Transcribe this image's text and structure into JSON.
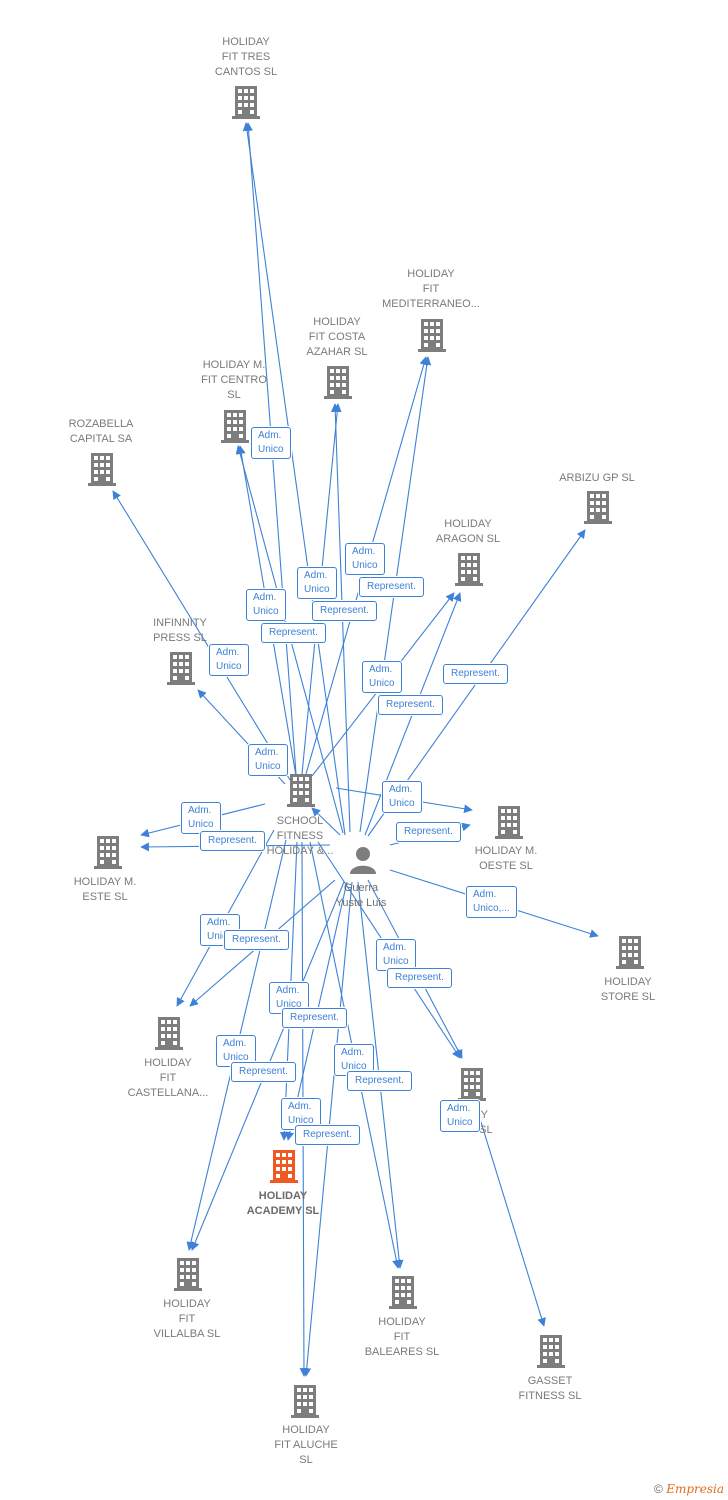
{
  "colors": {
    "edge": "#3d82d6",
    "company_icon": "#7d7d7d",
    "focus_icon": "#f05a22",
    "person_icon": "#7d7d7d"
  },
  "nodes": {
    "tres_cantos": {
      "label": "HOLIDAY\nFIT TRES\nCANTOS  SL",
      "icon": "building-icon"
    },
    "mediterraneo": {
      "label": "HOLIDAY\nFIT\nMEDITERRANEO...",
      "icon": "building-icon"
    },
    "costa_azahar": {
      "label": "HOLIDAY\nFIT COSTA\nAZAHAR  SL",
      "icon": "building-icon"
    },
    "fit_centro": {
      "label": "HOLIDAY M.\nFIT CENTRO\nSL",
      "icon": "building-icon"
    },
    "rozabella": {
      "label": "ROZABELLA\nCAPITAL SA",
      "icon": "building-icon"
    },
    "arbizu": {
      "label": "ARBIZU GP SL",
      "icon": "building-icon"
    },
    "aragon": {
      "label": "HOLIDAY\nARAGON  SL",
      "icon": "building-icon"
    },
    "infinnity": {
      "label": "INFINNITY\nPRESS SL",
      "icon": "building-icon"
    },
    "school": {
      "label": "SCHOOL\nFITNESS\nHOLIDAY &...",
      "icon": "building-icon"
    },
    "m_oeste": {
      "label": "HOLIDAY M.\nOESTE  SL",
      "icon": "building-icon"
    },
    "m_este": {
      "label": "HOLIDAY M.\nESTE  SL",
      "icon": "building-icon"
    },
    "person": {
      "label": "Guerra\nYuste Luis",
      "icon": "person-icon"
    },
    "store": {
      "label": "HOLIDAY\nSTORE  SL",
      "icon": "building-icon"
    },
    "castellana": {
      "label": "HOLIDAY\nFIT\nCASTELLANA...",
      "icon": "building-icon"
    },
    "hidden_fit": {
      "label": "AY\nF          SL",
      "icon": "building-icon"
    },
    "academy": {
      "label": "HOLIDAY\nACADEMY  SL",
      "icon": "building-icon"
    },
    "villalba": {
      "label": "HOLIDAY\nFIT\nVILLALBA  SL",
      "icon": "building-icon"
    },
    "baleares": {
      "label": "HOLIDAY\nFIT\nBALEARES  SL",
      "icon": "building-icon"
    },
    "gasset": {
      "label": "GASSET\nFITNESS SL",
      "icon": "building-icon"
    },
    "aluche": {
      "label": "HOLIDAY\nFIT ALUCHE\nSL",
      "icon": "building-icon"
    }
  },
  "edge_labels": {
    "a1": "Adm.\nUnico",
    "a2": "Adm.\nUnico",
    "a3": "Adm.\nUnico",
    "a4": "Adm.\nUnico",
    "a5": "Adm.\nUnico",
    "a6": "Adm.\nUnico",
    "a7": "Adm.\nUnico",
    "a8": "Adm.\nUnico",
    "a9": "Adm.\nUnico",
    "a10": "Adm.\nUnico,...",
    "a11": "Adm.\nUnico",
    "a12": "Adm.\nUnico",
    "a13": "Adm.\nUnico",
    "a14": "Adm.\nUnico",
    "a15": "Adm.\nUnico",
    "a16": "Adm.\nUnico",
    "a17": "Adm.\nUnico",
    "a18": "Adm.\nUnico",
    "r1": "Represent.",
    "r2": "Represent.",
    "r3": "Represent.",
    "r4": "Represent.",
    "r5": "Represent.",
    "r6": "Represent.",
    "r7": "Represent.",
    "r8": "Represent.",
    "r9": "Represent.",
    "r10": "Represent.",
    "r11": "Represent.",
    "r12": "Represent.",
    "r13": "Represent.",
    "r14": "Represent."
  },
  "footer": {
    "copyright": "©",
    "brand": "Empresia"
  }
}
